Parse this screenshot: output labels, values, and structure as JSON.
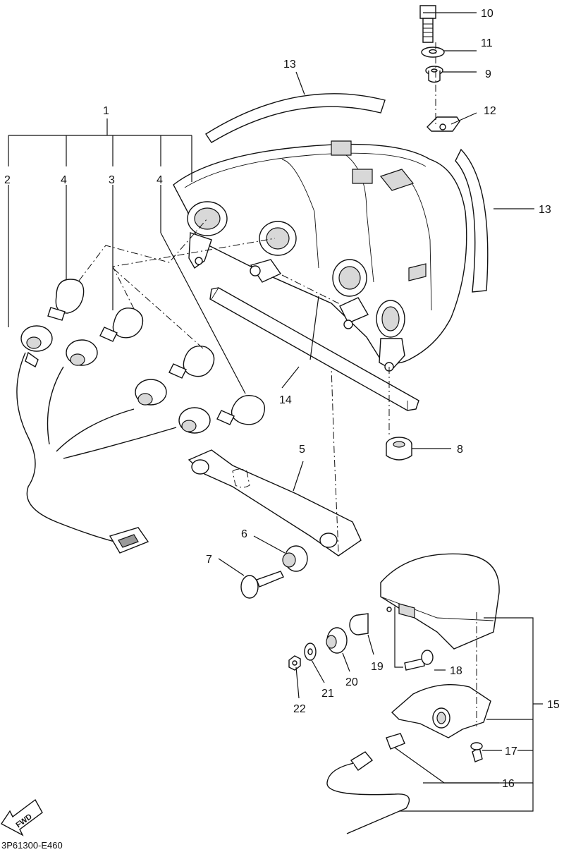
{
  "diagram": {
    "drawing_code": "3P61300-E460",
    "direction_arrow_text": "FWD",
    "labels": [
      {
        "id": "label-1",
        "text": "1"
      },
      {
        "id": "label-2",
        "text": "2"
      },
      {
        "id": "label-3",
        "text": "3"
      },
      {
        "id": "label-4a",
        "text": "4"
      },
      {
        "id": "label-4b",
        "text": "4"
      },
      {
        "id": "label-5",
        "text": "5"
      },
      {
        "id": "label-6",
        "text": "6"
      },
      {
        "id": "label-7",
        "text": "7"
      },
      {
        "id": "label-8",
        "text": "8"
      },
      {
        "id": "label-9",
        "text": "9"
      },
      {
        "id": "label-10",
        "text": "10"
      },
      {
        "id": "label-11",
        "text": "11"
      },
      {
        "id": "label-12",
        "text": "12"
      },
      {
        "id": "label-13a",
        "text": "13"
      },
      {
        "id": "label-13b",
        "text": "13"
      },
      {
        "id": "label-14",
        "text": "14"
      },
      {
        "id": "label-15",
        "text": "15"
      },
      {
        "id": "label-16",
        "text": "16"
      },
      {
        "id": "label-17",
        "text": "17"
      },
      {
        "id": "label-18",
        "text": "18"
      },
      {
        "id": "label-19",
        "text": "19"
      },
      {
        "id": "label-20",
        "text": "20"
      },
      {
        "id": "label-21",
        "text": "21"
      },
      {
        "id": "label-22",
        "text": "22"
      }
    ]
  }
}
